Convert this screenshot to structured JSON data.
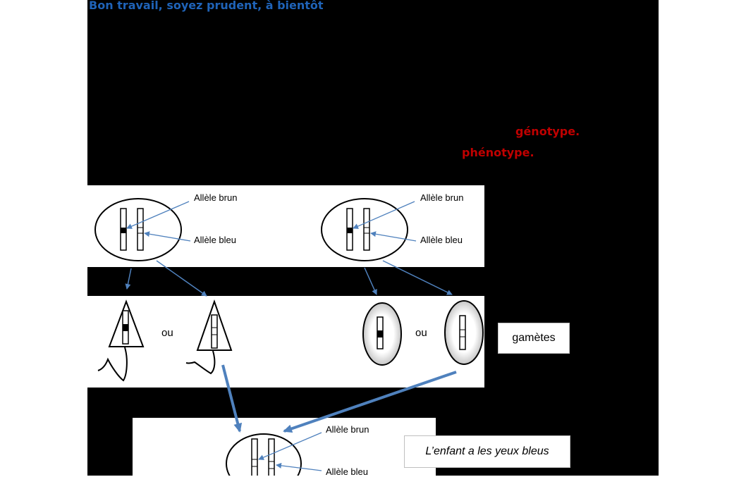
{
  "header": {
    "title": "Bon travail, soyez prudent, à bientôt"
  },
  "terms": {
    "genotype": "génotype.",
    "phenotype": "phénotype."
  },
  "parents": {
    "left": {
      "label_brown": "Allèle brun",
      "label_blue": "Allèle bleu"
    },
    "right": {
      "label_brown": "Allèle brun",
      "label_blue": "Allèle bleu"
    }
  },
  "gametes": {
    "or_left": "ou",
    "or_right": "ou",
    "label": "gamètes"
  },
  "child": {
    "label_brown": "Allèle brun",
    "label_blue": "Allèle bleu",
    "caption": "L’enfant a les yeux bleus"
  },
  "colors": {
    "title": "#1f63b8",
    "terms": "#c00000",
    "arrows": "#4f81bd"
  }
}
